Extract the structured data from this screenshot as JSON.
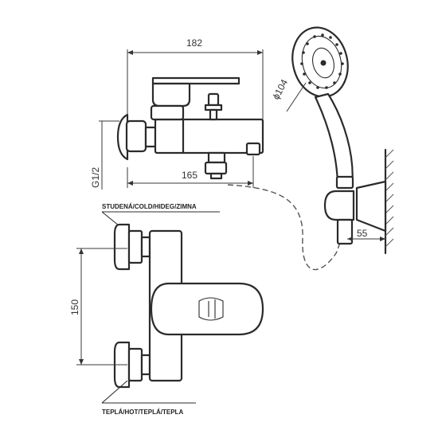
{
  "dimensions": {
    "width_total": "182",
    "width_inner": "165",
    "thread": "G1/2",
    "height_spacing": "150",
    "shower_diameter": "ϕ104",
    "holder_offset": "55"
  },
  "labels": {
    "cold": "STUDENÁ/COLD/HIDEG/ZIMNA",
    "hot": "TEPLÁ/HOT/TEPLÁ/TEPLA"
  },
  "colors": {
    "line": "#2b2b2b",
    "background": "#ffffff"
  }
}
